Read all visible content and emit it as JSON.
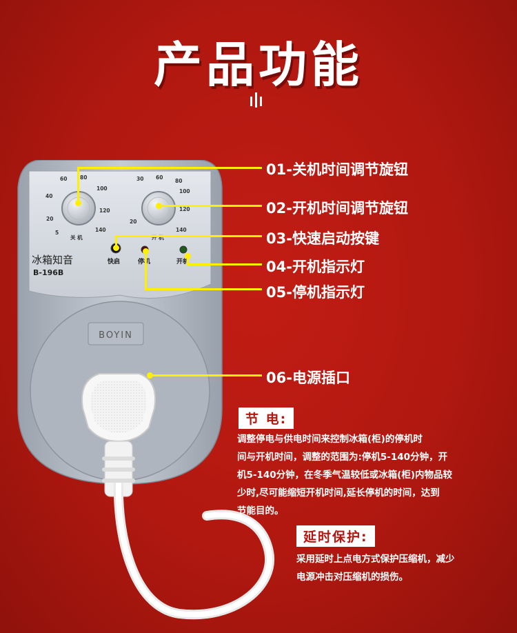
{
  "title": "产品功能",
  "device": {
    "knob_left_label": "关 机",
    "knob_right_label": "开 机",
    "knob_left_scale": [
      "5",
      "20",
      "40",
      "60",
      "80",
      "100",
      "120",
      "140"
    ],
    "knob_right_scale": [
      "20",
      "30",
      "60",
      "80",
      "100",
      "120",
      "140"
    ],
    "btn_quick": "快启",
    "btn_stop": "停机",
    "btn_on": "开机",
    "brand_cn": "冰箱知音",
    "model": "B-196B",
    "logo": "BOYIN"
  },
  "callouts": [
    {
      "label": "01-关机时间调节旋钮"
    },
    {
      "label": "02-开机时间调节旋钮"
    },
    {
      "label": "03-快速启动按键"
    },
    {
      "label": "04-开机指示灯"
    },
    {
      "label": "05-停机指示灯"
    },
    {
      "label": "06-电源插口"
    }
  ],
  "sections": [
    {
      "tag": "节 电:",
      "lines": [
        "调整停电与供电时间来控制冰箱(柜)的停机时",
        "间与开机时间，调整的范围为:停机5-140分钟，开",
        "机5-140分钟，在冬季气温较低或冰箱(柜)内物品较",
        "少时,尽可能缩短开机时间,延长停机的时间，达到",
        "节能目的。"
      ]
    },
    {
      "tag": "延时保护:",
      "lines": [
        "采用延时上点电方式保护压缩机，减少",
        "电源冲击对压缩机的损伤。"
      ]
    }
  ],
  "colors": {
    "accent": "#ffef00",
    "background": "#b01810",
    "device": "#b5bcc6"
  }
}
